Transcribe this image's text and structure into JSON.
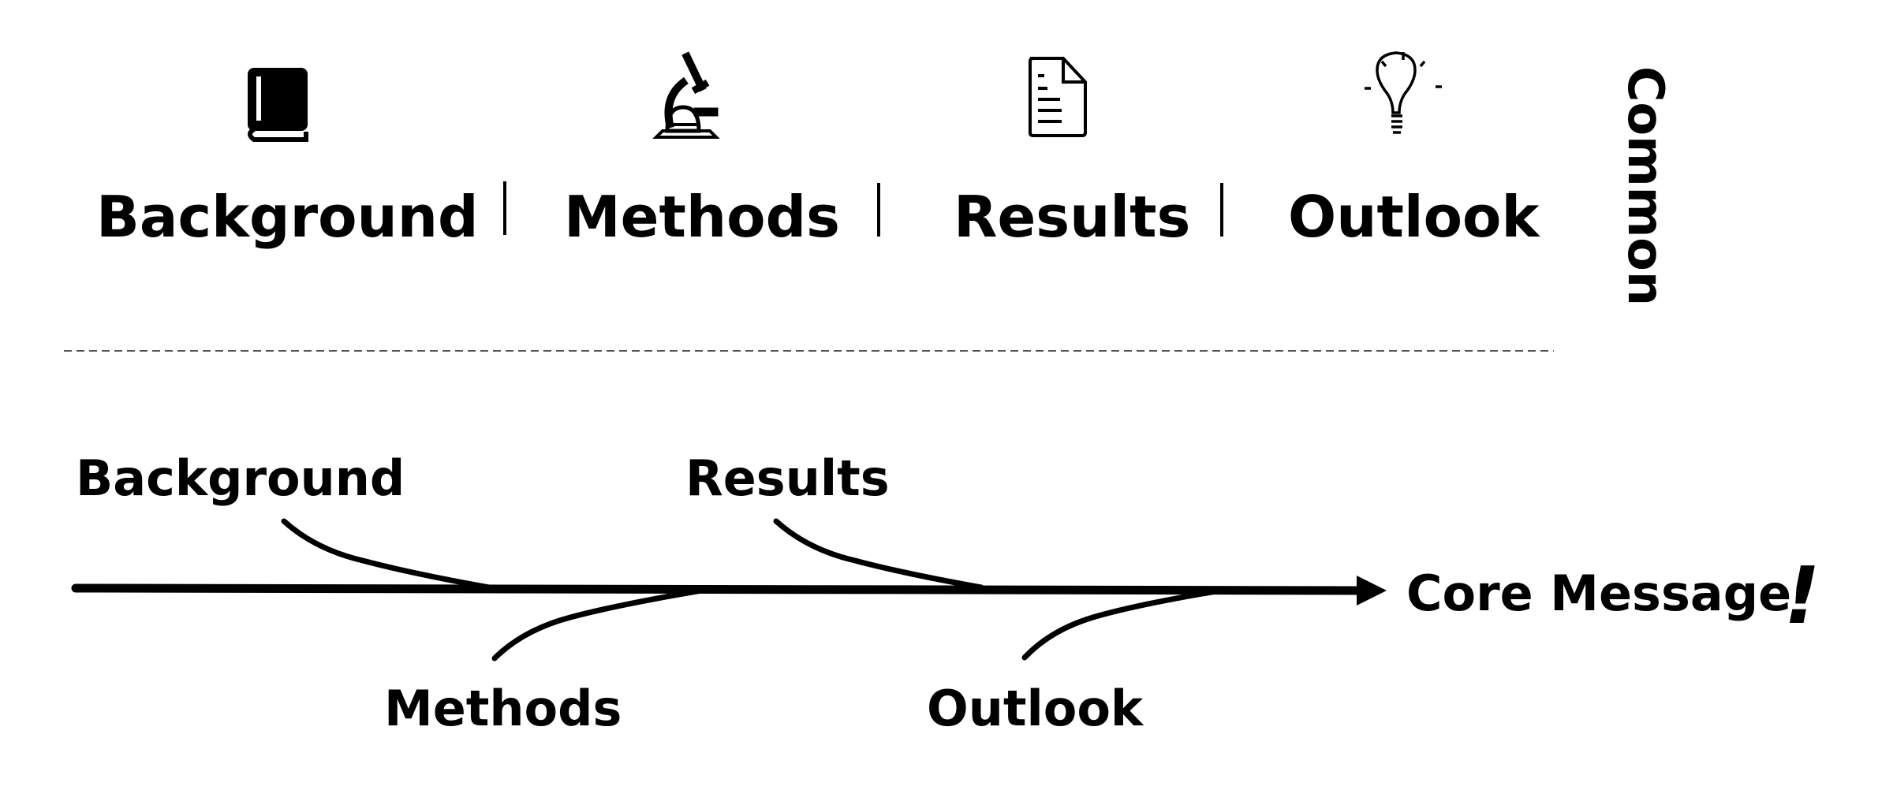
{
  "top_row": {
    "items": [
      {
        "label": "Background",
        "icon": "book-icon"
      },
      {
        "label": "Methods",
        "icon": "microscope-icon"
      },
      {
        "label": "Results",
        "icon": "document-icon"
      },
      {
        "label": "Outlook",
        "icon": "lightbulb-icon"
      }
    ],
    "side_label": "Common"
  },
  "fishbone": {
    "branches": [
      "Background",
      "Methods",
      "Results",
      "Outlook"
    ],
    "head_label": "Core Message",
    "exclamation": "!"
  },
  "colors": {
    "ink": "#000000",
    "background": "#ffffff",
    "dashed_line": "#555555"
  }
}
